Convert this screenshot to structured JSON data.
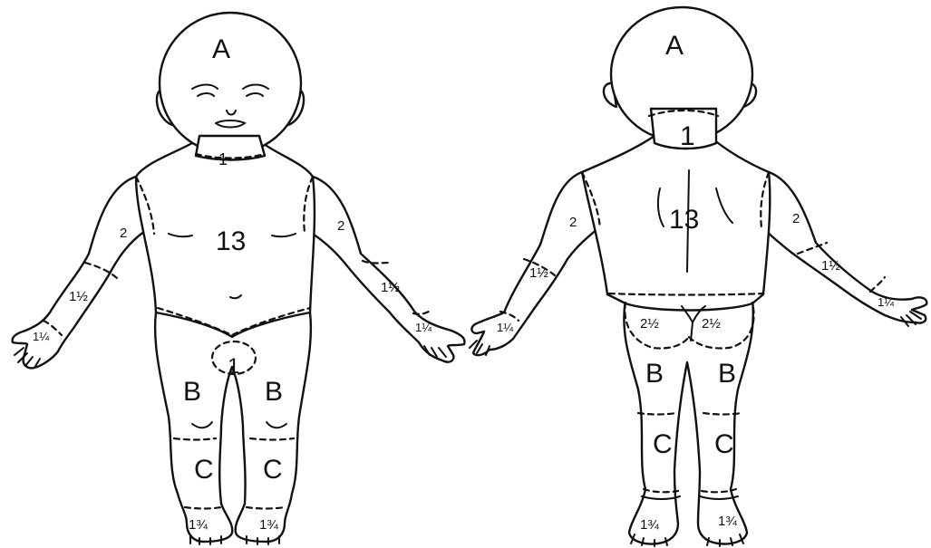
{
  "front": {
    "head": "A",
    "neck": "1",
    "trunk": "13",
    "upper_arm_right": "2",
    "upper_arm_left": "2",
    "forearm_right": "1½",
    "forearm_left": "1½",
    "hand_right": "1¼",
    "hand_left": "1¼",
    "genitalia": "1",
    "thigh_right": "B",
    "thigh_left": "B",
    "leg_right": "C",
    "leg_left": "C",
    "foot_right": "1¾",
    "foot_left": "1¾"
  },
  "back": {
    "head": "A",
    "neck": "1",
    "trunk": "13",
    "upper_arm_left": "2",
    "upper_arm_right": "2",
    "forearm_left": "1½",
    "forearm_right": "1½",
    "hand_left": "1¼",
    "hand_right": "1¼",
    "buttock_left": "2½",
    "buttock_right": "2½",
    "thigh_left": "B",
    "thigh_right": "B",
    "leg_left": "C",
    "leg_right": "C",
    "foot_left": "1¾",
    "foot_right": "1¾"
  }
}
